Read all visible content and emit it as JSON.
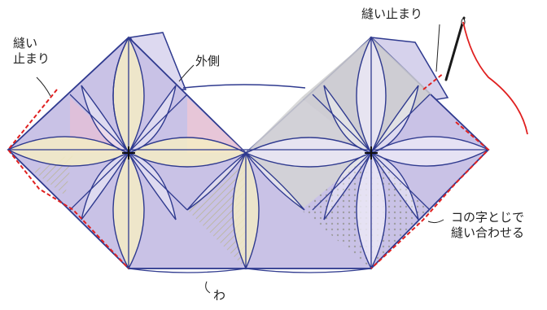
{
  "labels": {
    "left_stop": {
      "line1": "縫い",
      "line2": "止まり"
    },
    "top_stop": "縫い止まり",
    "outer_side": "外側",
    "fold": "わ",
    "ladder_stitch": {
      "line1": "コの字とじで",
      "line2": "縫い合わせる"
    }
  },
  "colors": {
    "outline": "#2f3a8f",
    "stitch": "#e02020",
    "thread": "#e02020",
    "needle": "#1a1a1a",
    "purple_fill": "#b9b0de",
    "gray_fill": "#cfcfcf",
    "cream_fill": "#f4ecc4"
  },
  "icons": [
    "needle-icon",
    "thread-icon",
    "pointer-line-icon"
  ]
}
